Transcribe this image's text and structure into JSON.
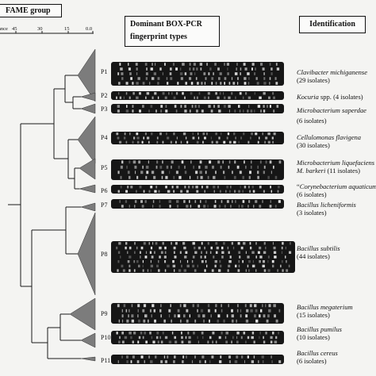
{
  "headers": {
    "fame": "FAME group",
    "box_pcr_line1": "Dominant BOX-PCR",
    "box_pcr_line2": "fingerprint types",
    "identification": "Identification"
  },
  "axis": {
    "distance_label": "ance",
    "ticks": [
      "45",
      "30",
      "15",
      "0.0"
    ]
  },
  "groups": [
    {
      "id": "P1",
      "name": "Clavibacter michiganense",
      "count": "(29 isolates)"
    },
    {
      "id": "P2",
      "name": "Kocuria",
      "name_suffix": " spp.",
      "count_inline": " (4 isolates)"
    },
    {
      "id": "P3",
      "name": "Microbacterium saperdae",
      "count": "(6 isolates)"
    },
    {
      "id": "P4",
      "name": "Cellulomonas flavigena",
      "count": "(30 isolates)"
    },
    {
      "id": "P5",
      "name": "Microbacterium liquefaciens",
      "name2": "M. barkeri",
      "count_inline2": " (11 isolates)"
    },
    {
      "id": "P6",
      "name_prefix": "“",
      "name": "Corynebacterium aquaticum",
      "count": "(6 isolates)"
    },
    {
      "id": "P7",
      "name": "Bacillus licheniformis",
      "count": "(3 isolates)"
    },
    {
      "id": "P8",
      "name": "Bacillus subtilis",
      "count": "(44 isolates)"
    },
    {
      "id": "P9",
      "name": "Bacillus megaterium",
      "count": "(15 isolates)"
    },
    {
      "id": "P10",
      "name": "Bacillus pumilus",
      "count": "(10 isolates)"
    },
    {
      "id": "P11",
      "name": "Bacillus cereus",
      "count": "(6 isolates)"
    }
  ],
  "colors": {
    "background": "#f4f4f2",
    "lane": "#161616",
    "band": "#e8e8e8",
    "triangle": "#7c7c7c",
    "line": "#1a1a1a"
  }
}
